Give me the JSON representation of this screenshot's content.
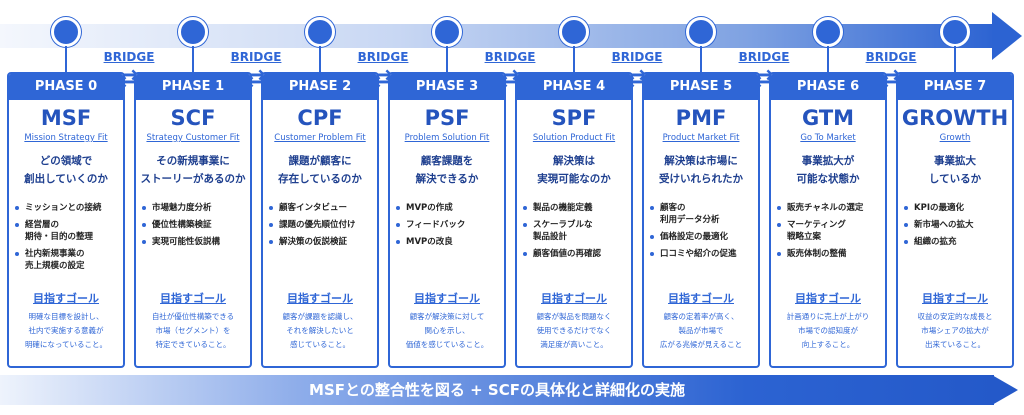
{
  "bridge_label": "BRIDGE",
  "goal_title": "目指すゴール",
  "banner": "MSFとの整合性を図る + SCFの具体化と詳細化の実施",
  "phases": [
    {
      "phase": "PHASE 0",
      "abbr": "MSF",
      "full": "Mission Strategy Fit",
      "question": "どの領域で\n創出していくのか",
      "bullets": [
        "ミッションとの接続",
        "経営層の\n期待・目的の整理",
        "社内新規事業の\n売上規模の設定"
      ],
      "goal": "明確な目標を設計し、\n社内で実施する意義が\n明確になっていること。"
    },
    {
      "phase": "PHASE 1",
      "abbr": "SCF",
      "full": "Strategy Customer Fit",
      "question": "その新規事業に\nストーリーがあるのか",
      "bullets": [
        "市場魅力度分析",
        "優位性構築検証",
        "実現可能性仮説構"
      ],
      "goal": "自社が優位性構築できる\n市場（セグメント）を\n特定できていること。"
    },
    {
      "phase": "PHASE 2",
      "abbr": "CPF",
      "full": "Customer Problem Fit",
      "question": "課題が顧客に\n存在しているのか",
      "bullets": [
        "顧客インタビュー",
        "課題の優先順位付け",
        "解決策の仮説検証"
      ],
      "goal": "顧客が課題を認識し、\nそれを解決したいと\n感じていること。"
    },
    {
      "phase": "PHASE 3",
      "abbr": "PSF",
      "full": "Problem Solution Fit",
      "question": "顧客課題を\n解決できるか",
      "bullets": [
        "MVPの作成",
        "フィードバック",
        "MVPの改良"
      ],
      "goal": "顧客が解決策に対して\n関心を示し、\n価値を感じていること。"
    },
    {
      "phase": "PHASE 4",
      "abbr": "SPF",
      "full": "Solution Product Fit",
      "question": "解決策は\n実現可能なのか",
      "bullets": [
        "製品の機能定義",
        "スケーラブルな\n製品設計",
        "顧客価値の再確認"
      ],
      "goal": "顧客が製品を問題なく\n使用できるだけでなく\n満足度が高いこと。"
    },
    {
      "phase": "PHASE 5",
      "abbr": "PMF",
      "full": "Product Market Fit",
      "question": "解決策は市場に\n受けいれられたか",
      "bullets": [
        "顧客の\n利用データ分析",
        "価格設定の最適化",
        "口コミや紹介の促進"
      ],
      "goal": "顧客の定着率が高く、\n製品が市場で\n広がる兆候が見えること"
    },
    {
      "phase": "PHASE 6",
      "abbr": "GTM",
      "full": "Go To Market",
      "question": "事業拡大が\n可能な状態か",
      "bullets": [
        "販売チャネルの選定",
        "マーケティング\n戦略立案",
        "販売体制の整備"
      ],
      "goal": "計画通りに売上が上がり\n市場での認知度が\n向上すること。"
    },
    {
      "phase": "PHASE 7",
      "abbr": "GROWTH",
      "full": "Growth",
      "question": "事業拡大\nしているか",
      "bullets": [
        "KPIの最適化",
        "新市場への拡大",
        "組織の拡充"
      ],
      "goal": "収益の安定的な成長と\n市場シェアの拡大が\n出来ていること。"
    }
  ]
}
